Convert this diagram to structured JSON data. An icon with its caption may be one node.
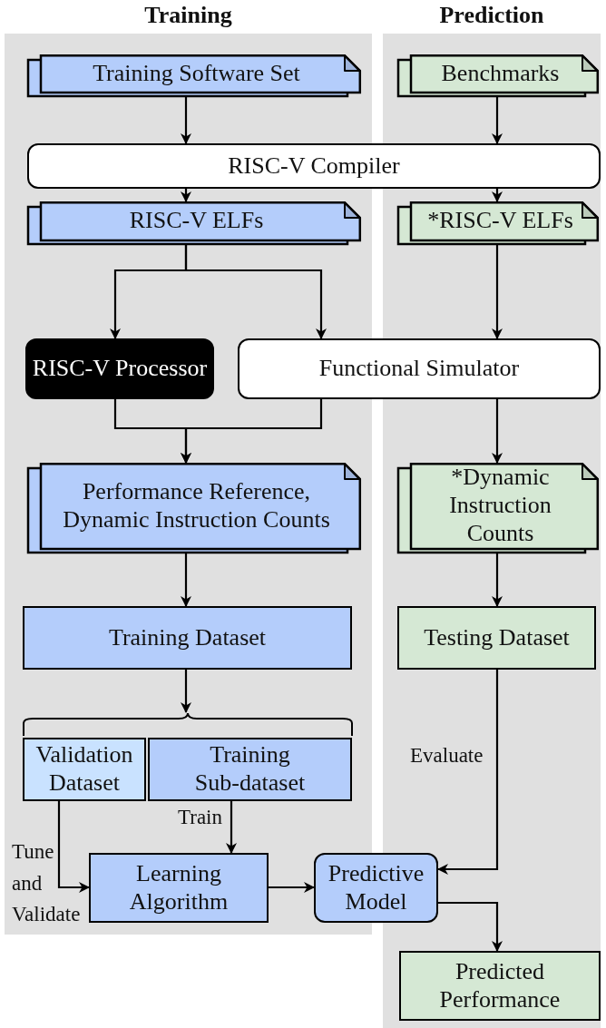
{
  "diagram": {
    "nodes": [
      {
        "text": [
          "Training"
        ]
      },
      {
        "text": [
          "Prediction"
        ]
      },
      {
        "text": [
          "Training Software Set"
        ],
        "in": 0
      },
      {
        "text": [
          "Benchmarks"
        ],
        "in": 1
      },
      {
        "text": [
          "RISC-V Compiler"
        ]
      },
      {
        "text": [
          "RISC-V ELFs"
        ],
        "in": 0
      },
      {
        "text": [
          "*RISC-V ELFs"
        ],
        "in": 1
      },
      {
        "text": [
          "RISC-V Processor"
        ],
        "in": 0
      },
      {
        "text": [
          "Functional Simulator"
        ]
      },
      {
        "text": [
          "Performance Reference, Dynamic Instruction Counts"
        ],
        "in": 0
      },
      {
        "text": [
          "*Dynamic Instruction Counts"
        ],
        "in": 1
      },
      {
        "text": [
          "Training Dataset"
        ],
        "in": 0
      },
      {
        "text": [
          "Testing Dataset"
        ],
        "in": 1
      },
      {
        "text": [
          "Validation Dataset"
        ],
        "in": 0
      },
      {
        "text": [
          "Training Sub-dataset"
        ],
        "in": 0
      },
      {
        "text": [
          "Learning Algorithm"
        ],
        "in": 0
      },
      {
        "text": [
          "Predictive Model"
        ]
      },
      {
        "text": [
          "Predicted Performance"
        ],
        "in": 1
      },
      {
        "text": [],
        "shape": "brace",
        "in": 0
      }
    ],
    "edges": [
      {
        "from": 2,
        "to": 4,
        "arrow": "to"
      },
      {
        "from": 3,
        "to": 4,
        "arrow": "to"
      },
      {
        "from": 4,
        "to": 5,
        "arrow": "to"
      },
      {
        "from": 4,
        "to": 6,
        "arrow": "to"
      },
      {
        "from": 5,
        "to": 7,
        "arrow": "to"
      },
      {
        "from": 5,
        "to": 8,
        "arrow": "to"
      },
      {
        "from": 6,
        "to": 8,
        "arrow": "to"
      },
      {
        "from": 7,
        "to": 9,
        "arrow": "to"
      },
      {
        "from": 8,
        "to": 9,
        "arrow": "to"
      },
      {
        "from": 8,
        "to": 10,
        "arrow": "to"
      },
      {
        "from": 9,
        "to": 11,
        "arrow": "to"
      },
      {
        "from": 10,
        "to": 12,
        "arrow": "to"
      },
      {
        "from": 11,
        "to": 18,
        "arrow": "to"
      },
      {
        "from": 13,
        "to": 15,
        "arrow": "to",
        "label": "Tune and Validate"
      },
      {
        "from": 14,
        "to": 15,
        "arrow": "to",
        "label": "Train"
      },
      {
        "from": 15,
        "to": 16,
        "arrow": "to"
      },
      {
        "from": 12,
        "to": 16,
        "arrow": "to",
        "label": "Evaluate"
      },
      {
        "from": 16,
        "to": 17,
        "arrow": "to"
      }
    ]
  }
}
